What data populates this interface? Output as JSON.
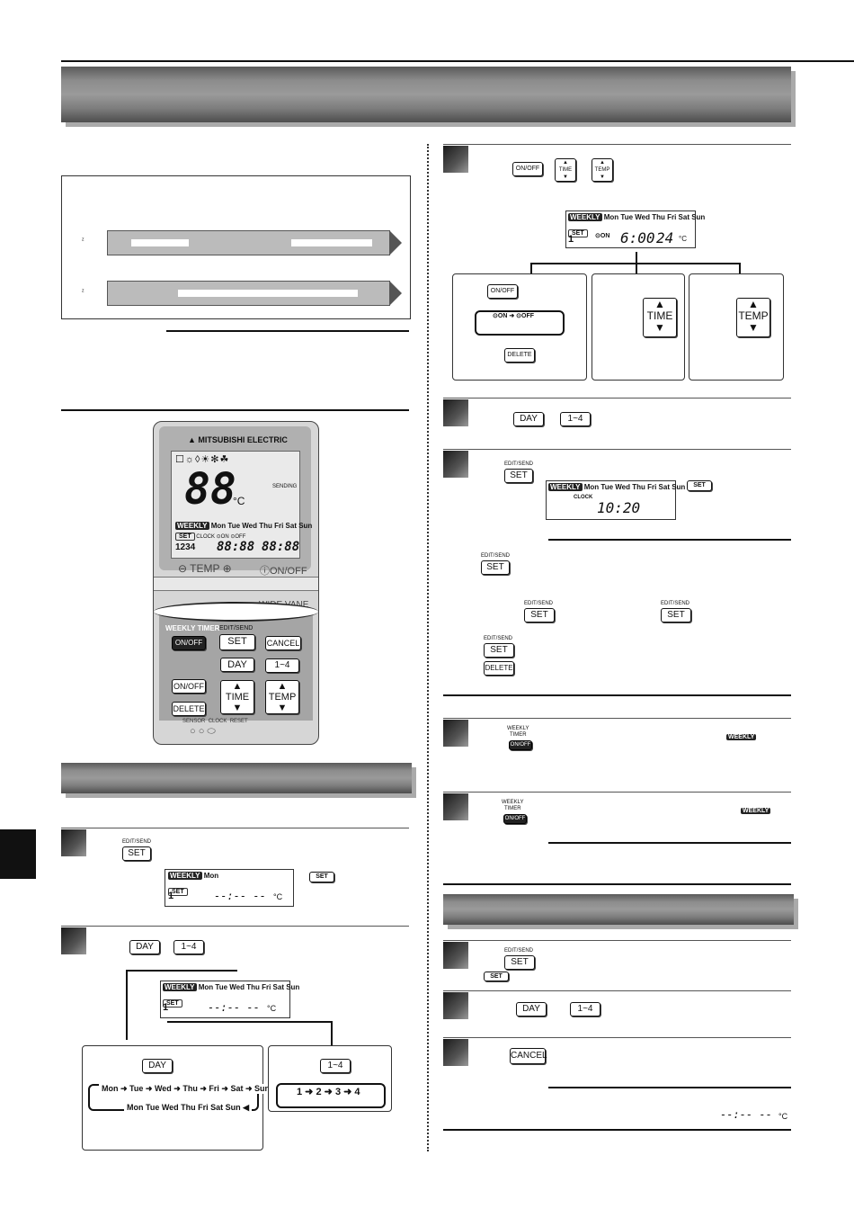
{
  "remote": {
    "brand": "MITSUBISHI ELECTRIC",
    "lcd_big": "88",
    "unit": "°C",
    "sending": "SENDING",
    "days": "Mon Tue Wed Thu Fri Sat Sun",
    "weekly": "WEEKLY",
    "set": "SET",
    "clock": "CLOCK",
    "on": "ON",
    "off": "OFF",
    "nums": "1234",
    "time1": "88:88",
    "time2": "88:88",
    "temp_label": "TEMP",
    "onoff_label": "ON/OFF",
    "wide_vane": "WIDE VANE",
    "weekly_timer": "WEEKLY TIMER",
    "onoff_btn": "ON/OFF",
    "edit_send": "EDIT/SEND",
    "set_btn": "SET",
    "cancel": "CANCEL",
    "day": "DAY",
    "range": "1~4",
    "onoff2": "ON/OFF",
    "time_btn": "TIME",
    "temp_btn": "TEMP",
    "delete": "DELETE",
    "sensor": "SENSOR",
    "clock_lbl": "CLOCK",
    "reset": "RESET"
  },
  "left": {
    "step1": {
      "edit_send": "EDIT/SEND",
      "set": "SET",
      "lcd_days": "Mon",
      "lcd_time": "--:-- --",
      "lcd_num": "1",
      "note_set": "SET",
      "unit": "°C"
    },
    "step2": {
      "day": "DAY",
      "range": "1~4",
      "lcd_days": "Mon Tue Wed Thu Fri Sat Sun",
      "lcd_num": "1",
      "lcd_time": "--:-- --",
      "unit": "°C",
      "box_day": "DAY",
      "box_range": "1~4",
      "cycle": [
        "Mon",
        "Tue",
        "Wed",
        "Thu",
        "Fri",
        "Sat",
        "Sun"
      ],
      "cycle_all": "Mon Tue Wed Thu Fri Sat Sun",
      "nums": [
        "1",
        "2",
        "3",
        "4"
      ]
    }
  },
  "right": {
    "step3": {
      "onoff": "ON/OFF",
      "time": "TIME",
      "temp": "TEMP",
      "lcd_days": "Mon Tue Wed Thu Fri Sat Sun",
      "lcd_num": "1",
      "lcd_on": "ON",
      "lcd_time": "6:00",
      "lcd_temp": "24",
      "unit": "°C",
      "box_onoff": "ON/OFF",
      "on": "ON",
      "off": "OFF",
      "delete": "DELETE",
      "box_time": "TIME",
      "box_temp": "TEMP"
    },
    "step4": {
      "day": "DAY",
      "range": "1~4"
    },
    "step5": {
      "edit_send": "EDIT/SEND",
      "set": "SET",
      "lcd_days": "Mon Tue Wed Thu Fri Sat Sun",
      "clock": "CLOCK",
      "lcd_time": "10:20",
      "note_set": "SET",
      "edit_send2": "EDIT/SEND",
      "set2": "SET",
      "edit_send3": "EDIT/SEND",
      "set3": "SET",
      "edit_send4": "EDIT/SEND",
      "set4": "SET",
      "edit_send5": "EDIT/SEND",
      "set5": "SET",
      "delete": "DELETE"
    },
    "step6": {
      "weekly": "WEEKLY",
      "timer": "TIMER",
      "onoff": "ON/OFF",
      "badge": "WEEKLY"
    },
    "step7": {
      "weekly": "WEEKLY",
      "timer": "TIMER",
      "onoff": "ON/OFF",
      "badge": "WEEKLY"
    },
    "cancel": {
      "edit_send": "EDIT/SEND",
      "set": "SET",
      "note_set": "SET",
      "day": "DAY",
      "range": "1~4",
      "cancel": "CANCEL",
      "blank": "--:-- --",
      "unit": "°C"
    }
  }
}
